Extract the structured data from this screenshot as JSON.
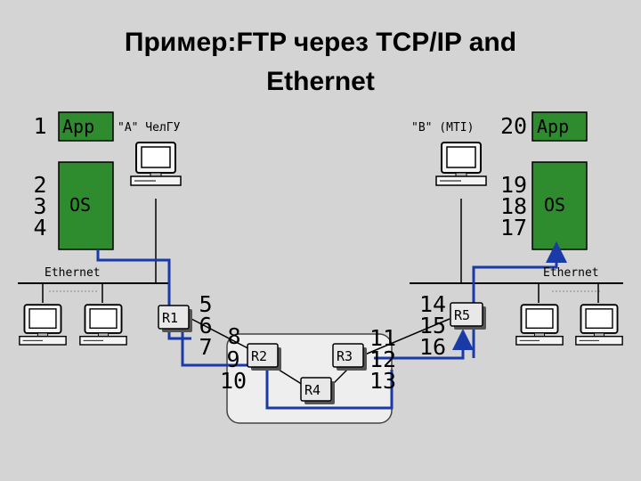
{
  "title": {
    "line1": "Пример:FTP через TCP/IP and",
    "line2": "Ethernet"
  },
  "left_stack": {
    "app_label": "App",
    "os_label": "OS",
    "app_step": "1",
    "os_steps": "2\n3\n4"
  },
  "right_stack": {
    "app_label": "App",
    "os_label": "OS",
    "app_step": "20",
    "os_steps": "19\n18\n17"
  },
  "host_a_label": "\"A\" ЧелГУ",
  "host_b_label": "\"B\" (MTI)",
  "ethernet_left": "Ethernet",
  "ethernet_right": "Ethernet",
  "routers": {
    "r1": "R1",
    "r2": "R2",
    "r3": "R3",
    "r4": "R4",
    "r5": "R5"
  },
  "path_steps": {
    "s5": "5",
    "s6_7": "6\n7",
    "s8": "8",
    "s9_10": "9\n10",
    "s11_13": "11\n12\n13",
    "s14_16": "14\n15\n16"
  },
  "colors": {
    "background": "#d4d4d4",
    "os_box": "#2e8b2e",
    "path": "#1a3aa8",
    "router_face": "#e8e8e8",
    "cloud": "#eeeeee"
  }
}
